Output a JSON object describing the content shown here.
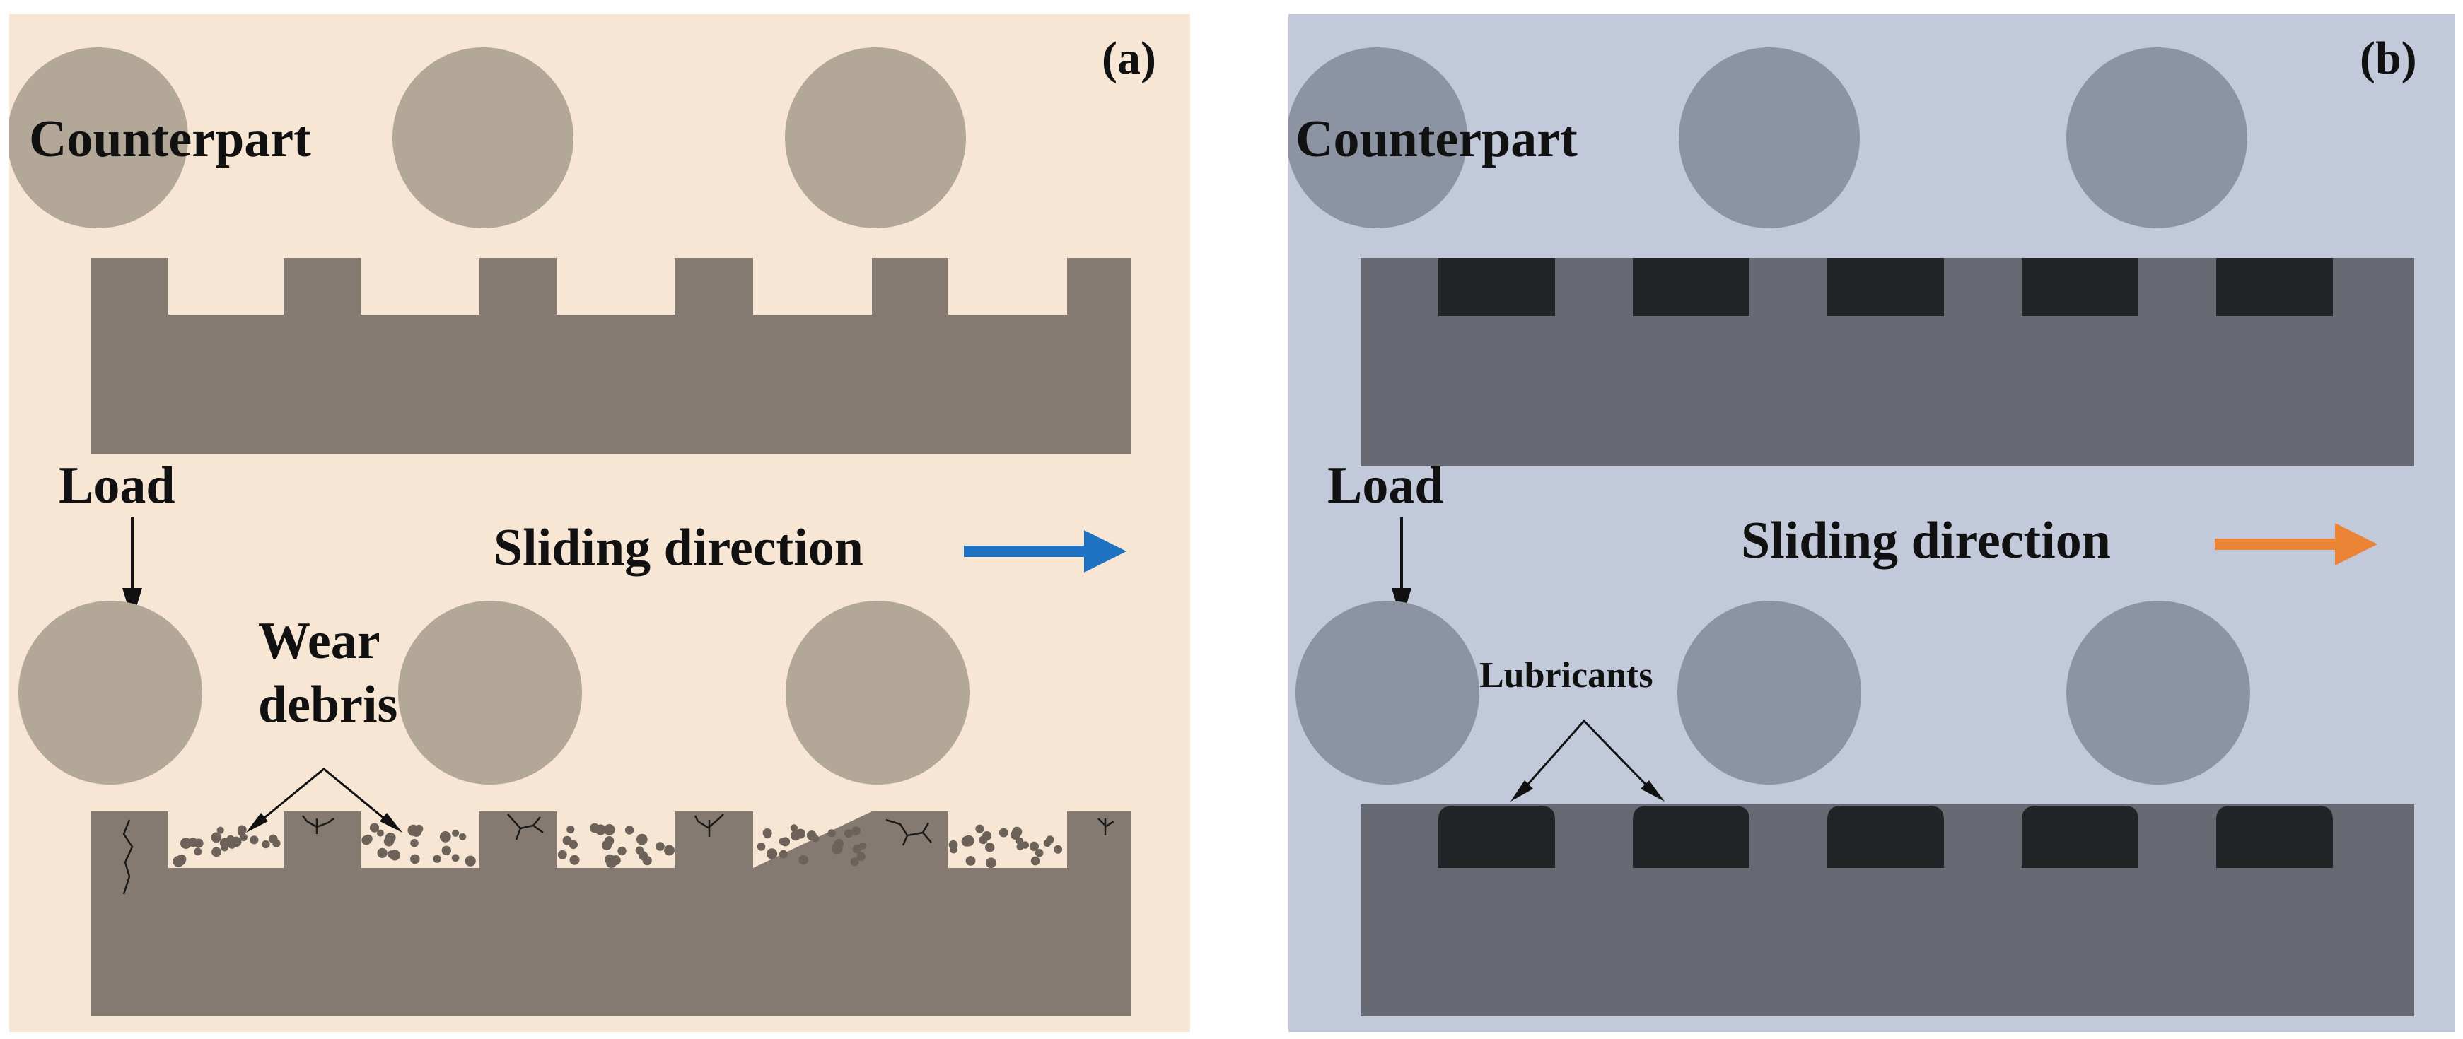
{
  "colors": {
    "panel_a_bg": "#f7e6d4",
    "panel_a_ball": "#b3a797",
    "panel_a_substrate": "#847a71",
    "panel_a_arrow": "#1f73c2",
    "panel_b_bg": "#c1c9da",
    "panel_b_ball": "#8c93a2",
    "panel_b_substrate": "#676a73",
    "panel_b_lubricant": "#232427",
    "panel_b_arrow": "#ec8436"
  },
  "panel_a": {
    "tag": "(a)",
    "counterpart_label": "Counterpart",
    "load_label": "Load",
    "sliding_label": "Sliding direction",
    "wear_label_line1": "Wear",
    "wear_label_line2": "debris"
  },
  "panel_b": {
    "tag": "(b)",
    "counterpart_label": "Counterpart",
    "load_label": "Load",
    "sliding_label": "Sliding direction",
    "lubricants_label": "Lubricants"
  }
}
